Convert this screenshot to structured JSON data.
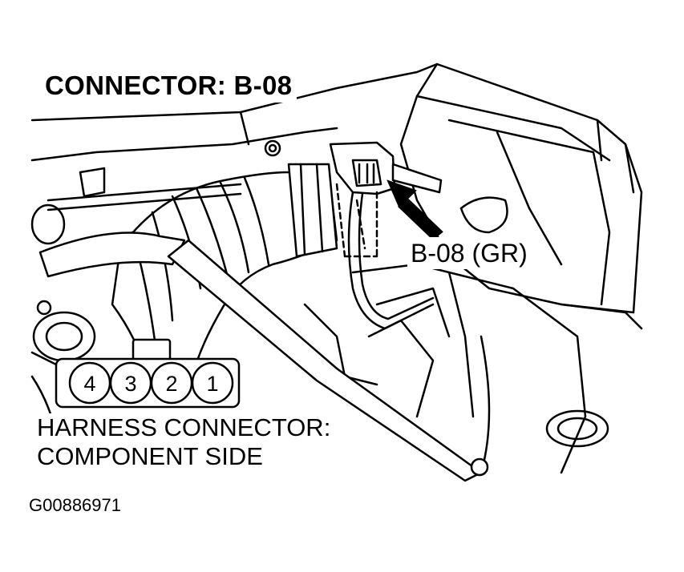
{
  "title": "CONNECTOR: B-08",
  "callout_label": "B-08 (GR)",
  "harness_label": {
    "line1": "HARNESS CONNECTOR:",
    "line2": "COMPONENT SIDE"
  },
  "pins": [
    "4",
    "3",
    "2",
    "1"
  ],
  "figure_id": "G00886971"
}
